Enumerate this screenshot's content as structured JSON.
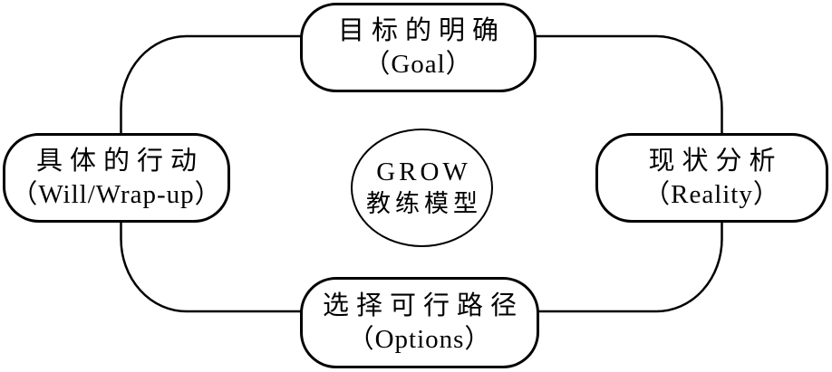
{
  "diagram": {
    "type": "cycle",
    "center": {
      "line1": "GROW",
      "line2": "教练模型"
    },
    "nodes": {
      "top": {
        "line1": "目标的明确",
        "line2": "（Goal）"
      },
      "right": {
        "line1": "现状分析",
        "line2": "（Reality）"
      },
      "bottom": {
        "line1": "选择可行路径",
        "line2": "（Options）"
      },
      "left": {
        "line1": "具体的行动",
        "line2": "（Will/Wrap-up）"
      }
    },
    "connections": "top → right → bottom → left → top (closed loop)",
    "colors": {
      "line": "#000000",
      "node_fill": "#ffffff",
      "background": "#ffffff",
      "text": "#000000"
    }
  }
}
